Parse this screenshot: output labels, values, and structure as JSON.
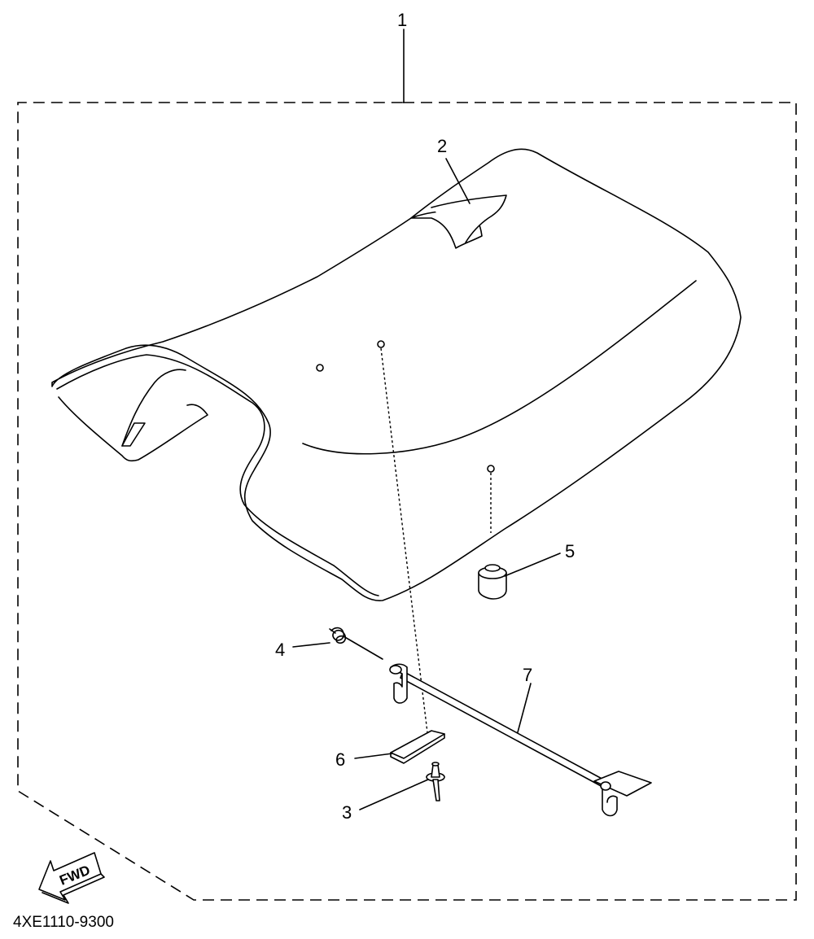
{
  "callouts": [
    {
      "id": "1",
      "text": "1"
    },
    {
      "id": "2",
      "text": "2"
    },
    {
      "id": "3",
      "text": "3"
    },
    {
      "id": "4",
      "text": "4"
    },
    {
      "id": "5",
      "text": "5"
    },
    {
      "id": "6",
      "text": "6"
    },
    {
      "id": "7",
      "text": "7"
    }
  ],
  "fwd_label": "FWD",
  "part_code": "4XE1110-9300"
}
